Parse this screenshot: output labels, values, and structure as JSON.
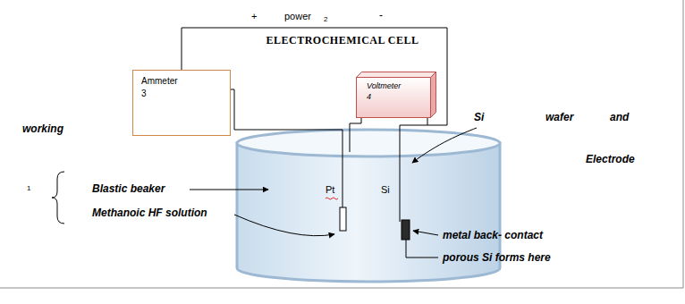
{
  "diagram": {
    "title": "ELECTROCHEMICAL CELL",
    "nodes": [
      {
        "text": [
          "Ammeter",
          "3"
        ]
      },
      {
        "text": [
          "Voltmeter",
          "4"
        ]
      }
    ],
    "labels": [
      "+",
      "power",
      "2",
      "-",
      "Si",
      "wafer",
      "and",
      "working",
      "Electrode",
      "1",
      "Blastic beaker",
      "Methanoic HF solution",
      "Pt",
      "Si",
      "metal back- contact",
      "porous Si forms here"
    ]
  }
}
